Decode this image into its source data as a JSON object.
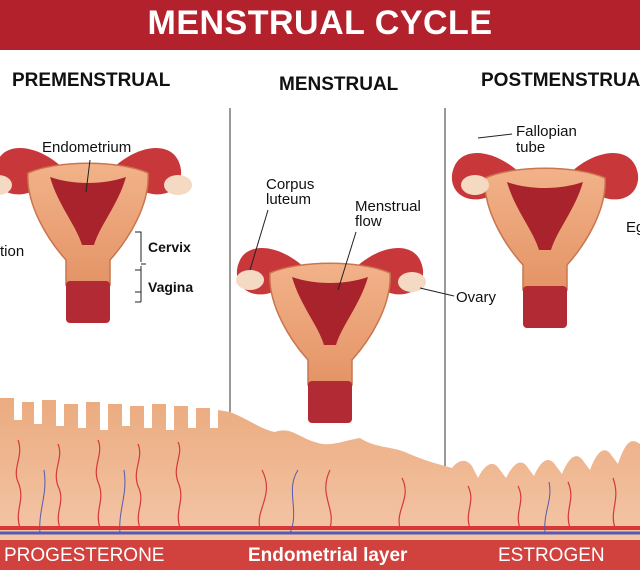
{
  "title": "MENSTRUAL CYCLE",
  "phases": [
    "PREMENSTRUAL",
    "MENSTRUAL",
    "POSTMENSTRUAL"
  ],
  "labels": {
    "endometrium": "Endometrium",
    "ovulation": "tion",
    "cervix": "Cervix",
    "vagina": "Vagina",
    "corpus_luteum": [
      "Corpus",
      "luteum"
    ],
    "menstrual_flow": [
      "Menstrual",
      "flow"
    ],
    "ovary": "Ovary",
    "fallopian_tube": [
      "Fallopian",
      "tube"
    ],
    "egg": "Eg"
  },
  "bottom": {
    "left_hormone": "PROGESTERONE",
    "layer": "Endometrial layer",
    "right_hormone": "ESTROGEN"
  },
  "colors": {
    "banner": "#b3222c",
    "tissue": "#e8a074",
    "cavity": "#a8232c",
    "bottom_bar": "#d1413d"
  }
}
